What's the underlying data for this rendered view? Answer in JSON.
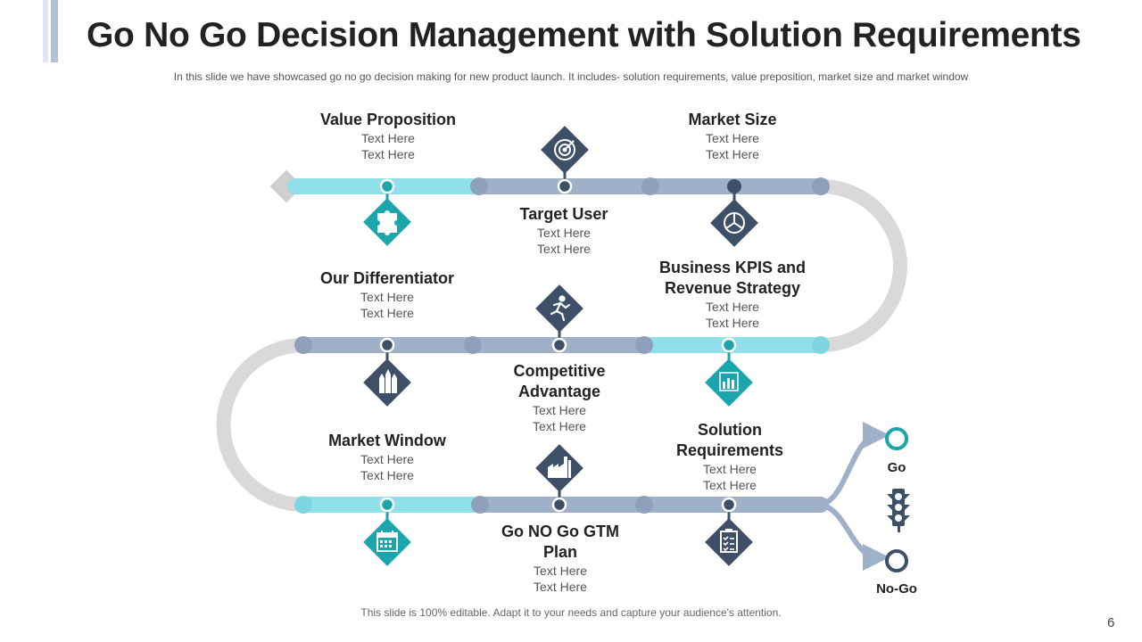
{
  "header": {
    "title": "Go No Go Decision Management with Solution Requirements",
    "subtitle": "In this slide we have showcased go no go decision making for new product launch. It includes- solution requirements, value preposition, market size and market window"
  },
  "milestones": [
    {
      "title": "Value Proposition",
      "line1": "Text Here",
      "line2": "Text Here",
      "icon": "puzzle-icon"
    },
    {
      "title": "Target User",
      "line1": "Text Here",
      "line2": "Text Here",
      "icon": "target-icon"
    },
    {
      "title": "Market Size",
      "line1": "Text Here",
      "line2": "Text Here",
      "icon": "pie-chart-icon"
    },
    {
      "title": "Business KPIS and Revenue Strategy",
      "line1": "Text Here",
      "line2": "Text Here",
      "icon": "bar-chart-icon"
    },
    {
      "title": "Competitive Advantage",
      "line1": "Text Here",
      "line2": "Text Here",
      "icon": "runner-icon"
    },
    {
      "title": "Our Differentiator",
      "line1": "Text Here",
      "line2": "Text Here",
      "icon": "pencils-icon"
    },
    {
      "title": "Market Window",
      "line1": "Text Here",
      "line2": "Text Here",
      "icon": "calendar-icon"
    },
    {
      "title": "Go NO Go GTM Plan",
      "line1": "Text Here",
      "line2": "Text Here",
      "icon": "factory-icon"
    },
    {
      "title": "Solution Requirements",
      "line1": "Text Here",
      "line2": "Text Here",
      "icon": "checklist-icon"
    }
  ],
  "decision": {
    "go_label": "Go",
    "nogo_label": "No-Go",
    "icon": "traffic-light-icon"
  },
  "colors": {
    "teal": "#1ba5ad",
    "navy": "#3d5068",
    "light_teal": "#8fe0ea",
    "slate": "#9fb0c9",
    "gray": "#d9d9d9"
  },
  "footer": {
    "note": "This slide is 100% editable. Adapt it to your needs and capture your audience's attention.",
    "page": "6"
  }
}
